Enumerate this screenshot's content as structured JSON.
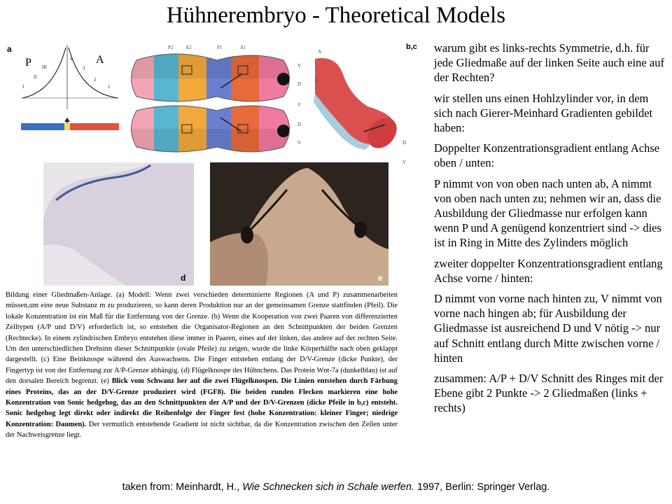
{
  "title": "Hühnerembryo - Theoretical Models",
  "figure": {
    "panel_labels": {
      "a": "a",
      "bc": "b,c",
      "d": "d",
      "e": "e"
    },
    "panel_a": {
      "left_label": "P",
      "right_label": "A",
      "ticks_left": [
        "I",
        "II",
        "III"
      ],
      "ticks_right": [
        "1",
        "2",
        "3",
        "4"
      ],
      "colors": {
        "blue": "#3a6fc4",
        "yellow": "#f4e04a",
        "red": "#e2513a",
        "curve": "#333333"
      }
    },
    "panel_b": {
      "top_labels": [
        "P2",
        "A2",
        "P1",
        "A1"
      ],
      "side_labels": [
        "V",
        "D",
        "V",
        "D",
        "V"
      ],
      "stripe_colors": [
        "#f2a6b4",
        "#58b6d2",
        "#f2a93a",
        "#6a7fd0",
        "#e86a3a",
        "#f07aa0"
      ]
    },
    "panel_c": {
      "labels": [
        "A",
        "P",
        "D",
        "V"
      ],
      "colors": {
        "top": "#d9504f",
        "bottom": "#a9cde0"
      }
    }
  },
  "caption": {
    "normal1": "Bildung einer Gliedmaßen-Anlage. (a) Modell: Wenn zwei verschieden determinierte Regionen (A und P) zusammenarbeiten müssen,um eine neue Substanz m zu produzieren, so kann deren Produktion nur an der gemeinsamen Grenze stattfinden (Pfeil). Die lokale Konzentration ist ein Maß für die Entfernung von der Grenze. (b) Wenn die Kooperation von zwei Paaren von differenzierten Zelltypen (A/P und D/V) erforderlich ist, so entstehen die Organisator-Regionen an den Schnittpunkten der beiden Grenzen (Rechtecke). In einem zylindrischen Embryo entstehen diese immer in Paaren, eines auf der linken, das andere auf der rechten Seite. Um den unterschiedlichen Drehsinn dieser Schnittpunkte (ovale Pfeile) zu zeigen, wurde die linke Körperhälfte nach oben geklappt dargestellt. (c) Eine Beinknospe während des Auswachsens. Die Finger entstehen entlang der D/V-Grenze (dicke Punkte), der Fingertyp ist von der Entfernung zur A/P-Grenze abhängig. (d) Flügelknospe des Hühnchens. Das Protein Wnt-7a (dunkelblau) ist auf den dorsalen Bereich begrenzt. (e) ",
    "bold": "Blick vom Schwanz her auf die zwei Flügelknospen. Die Linien entstehen durch Färbung eines Proteins, das an der D/V-Grenze produziert wird (FGF8). Die beiden runden Flecken markieren eine hohe Konzentration von Sonic hedgehog, das an den Schnittpunkten der A/P und der D/V-Grenzen (dicke Pfeile in b,c) entsteht. Sonic hedgehog legt direkt oder indirekt die Reihenfolge der Finger fest (hohe Konzentration: kleiner Finger; niedrige Konzentration: Daumen).",
    "normal2": " Der vermutlich entstehende Gradient ist nicht sichtbar, da die Konzentration zwischen den Zellen unter der Nachweisgrenze liegt."
  },
  "right_text": [
    "warum gibt es links-rechts Symmetrie, d.h. für jede Gliedmaße auf der linken Seite auch eine auf der Rechten?",
    "wir stellen uns einen Hohlzylinder vor, in dem sich nach Gierer-Meinhard Gradienten gebildet haben:",
    "Doppelter Konzentrationsgradient entlang Achse oben / unten:",
    "P nimmt von von oben nach unten ab, A nimmt von oben nach unten zu; nehmen wir an, dass die Ausbildung der Gliedmasse nur erfolgen kann wenn P und A genügend konzentriert sind -> dies ist in Ring in Mitte des Zylinders möglich",
    "zweiter doppelter Konzentrationsgradient entlang Achse vorne / hinten:",
    "D nimmt von vorne nach hinten zu, V nimmt von vorne nach hingen ab; für Ausbildung der Gliedmasse ist ausreichend D und V nötig -> nur auf Schnitt entlang durch Mitte zwischen vorne / hinten",
    "zusammen: A/P + D/V Schnitt des Ringes mit der Ebene gibt 2 Punkte -> 2 Gliedmaßen (links + rechts)"
  ],
  "credit": {
    "prefix": "taken from: Meinhardt, H., ",
    "book": "Wie Schnecken sich in Schale werfen.",
    "suffix": " 1997, Berlin: Springer Verlag."
  }
}
